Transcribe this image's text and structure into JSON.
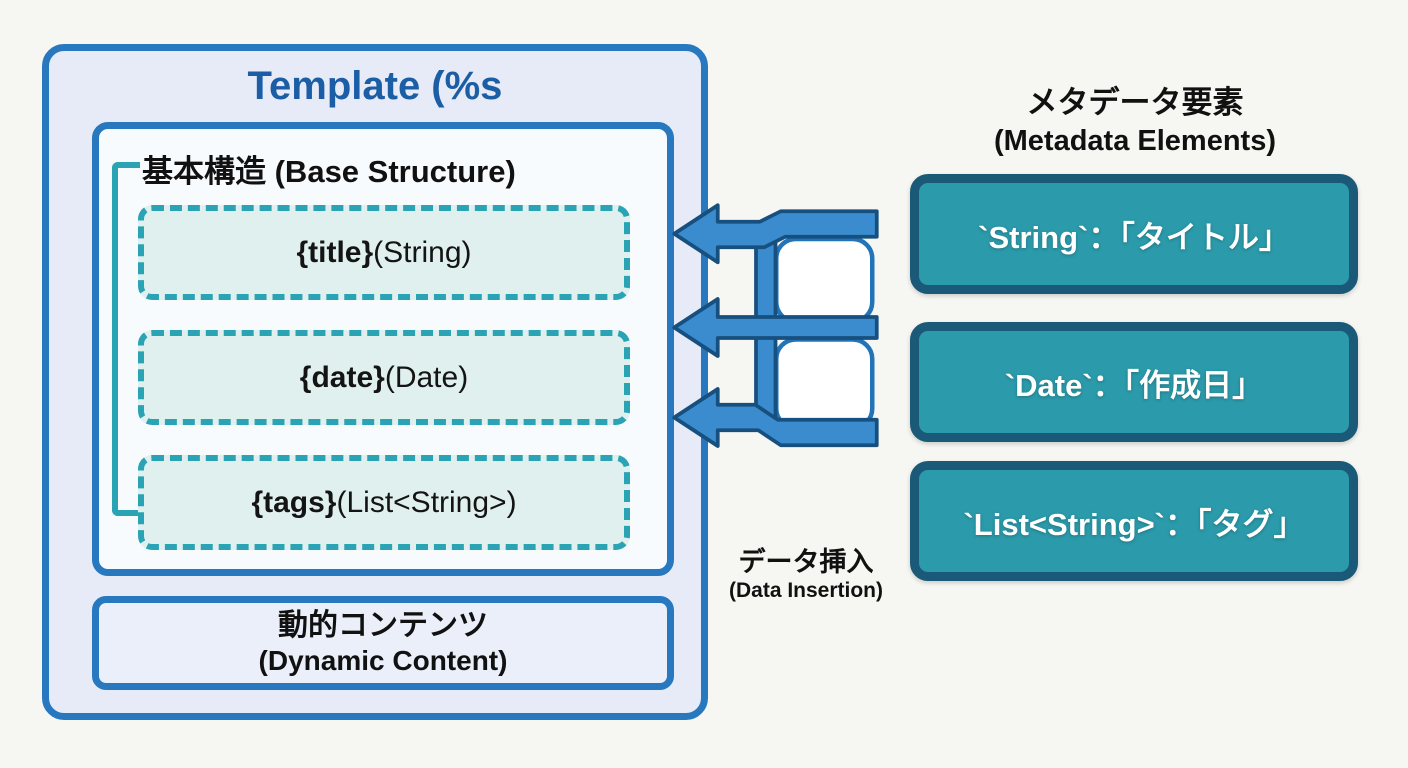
{
  "template": {
    "title": "Template (%s",
    "base_structure": {
      "label": "基本構造 (Base Structure)",
      "fields": [
        {
          "name": "{title}",
          "type": " (String)"
        },
        {
          "name": "{date}",
          "type": " (Date)"
        },
        {
          "name": "{tags}",
          "type": " (List<String>)"
        }
      ]
    },
    "dynamic_content": {
      "label_jp": "動的コンテンツ",
      "label_en": "(Dynamic Content)"
    }
  },
  "metadata": {
    "heading_jp": "メタデータ要素",
    "heading_en": "(Metadata Elements)",
    "items": [
      {
        "label": "`String`：「タイトル」"
      },
      {
        "label": "`Date`：「作成日」"
      },
      {
        "label": "`List<String>`：「タグ」"
      }
    ]
  },
  "insertion": {
    "label_jp": "データ挿入",
    "label_en": "(Data Insertion)"
  },
  "colors": {
    "blue_border": "#2878c0",
    "teal_dashed_border": "#2aa4b4",
    "teal_box_fill": "#2b9aaa",
    "teal_box_border": "#1a5a78",
    "arrow_fill": "#3a8ccf",
    "arrow_outline": "#174f7e",
    "title_color": "#1c5ea6"
  }
}
